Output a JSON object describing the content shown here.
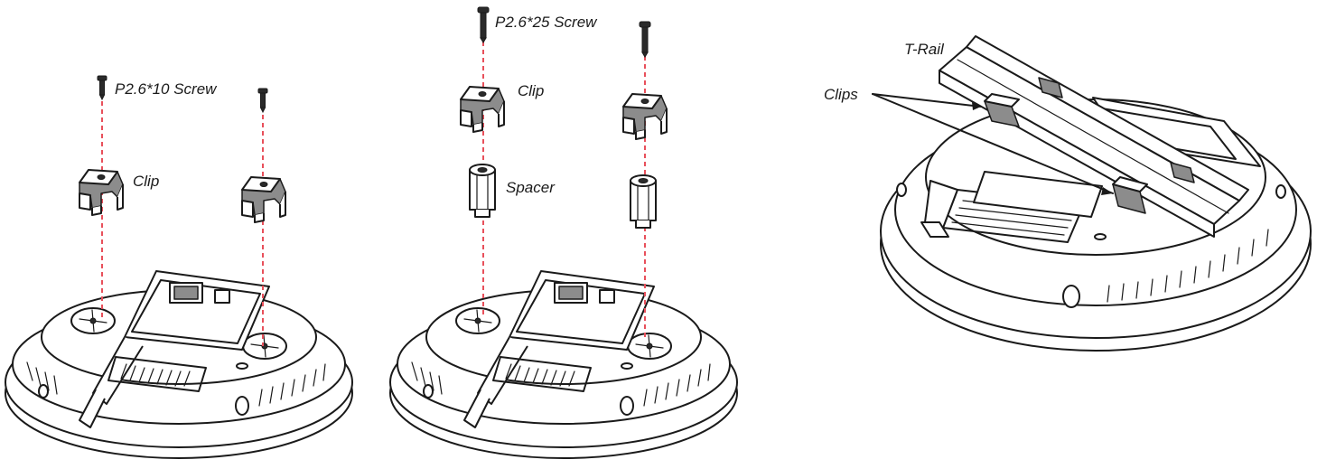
{
  "labels": {
    "screw_short": "P2.6*10 Screw",
    "clip_1": "Clip",
    "screw_long": "P2.6*25 Screw",
    "clip_2": "Clip",
    "spacer": "Spacer",
    "t_rail": "T-Rail",
    "clips": "Clips"
  },
  "colors": {
    "guide_line": "#e8505b",
    "outline": "#1a1a1a",
    "fill_light": "#ffffff",
    "fill_mid": "#8c8c8c"
  }
}
